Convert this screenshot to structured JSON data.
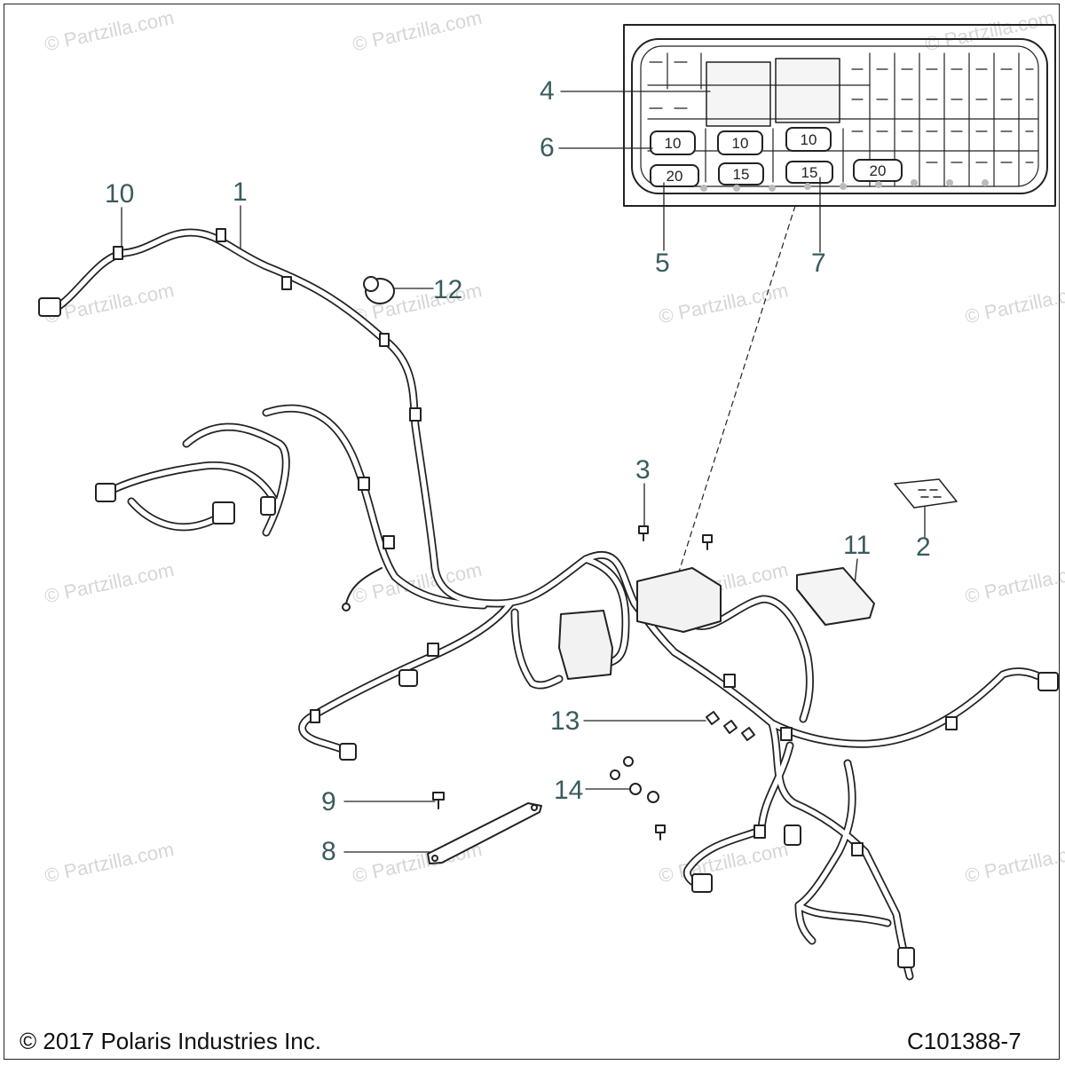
{
  "diagram": {
    "callouts": [
      {
        "id": "c1",
        "text": "1"
      },
      {
        "id": "c2",
        "text": "2"
      },
      {
        "id": "c3",
        "text": "3"
      },
      {
        "id": "c4",
        "text": "4"
      },
      {
        "id": "c5",
        "text": "5"
      },
      {
        "id": "c6",
        "text": "6"
      },
      {
        "id": "c7",
        "text": "7"
      },
      {
        "id": "c8",
        "text": "8"
      },
      {
        "id": "c9",
        "text": "9"
      },
      {
        "id": "c10",
        "text": "10"
      },
      {
        "id": "c11",
        "text": "11"
      },
      {
        "id": "c12",
        "text": "12"
      },
      {
        "id": "c13",
        "text": "13"
      },
      {
        "id": "c14",
        "text": "14"
      }
    ],
    "fuse_box": {
      "fuse_ratings_row1": [
        "10",
        "10",
        "10"
      ],
      "fuse_ratings_row2": [
        "20",
        "15",
        "15",
        "20"
      ]
    },
    "watermark_text": "© Partzilla.com",
    "copyright": "© 2017 Polaris Industries Inc.",
    "diagram_id": "C101388-7"
  },
  "colors": {
    "line": "#222222",
    "callout_text": "#3a5b5e",
    "watermark": "#d6d6d6"
  }
}
